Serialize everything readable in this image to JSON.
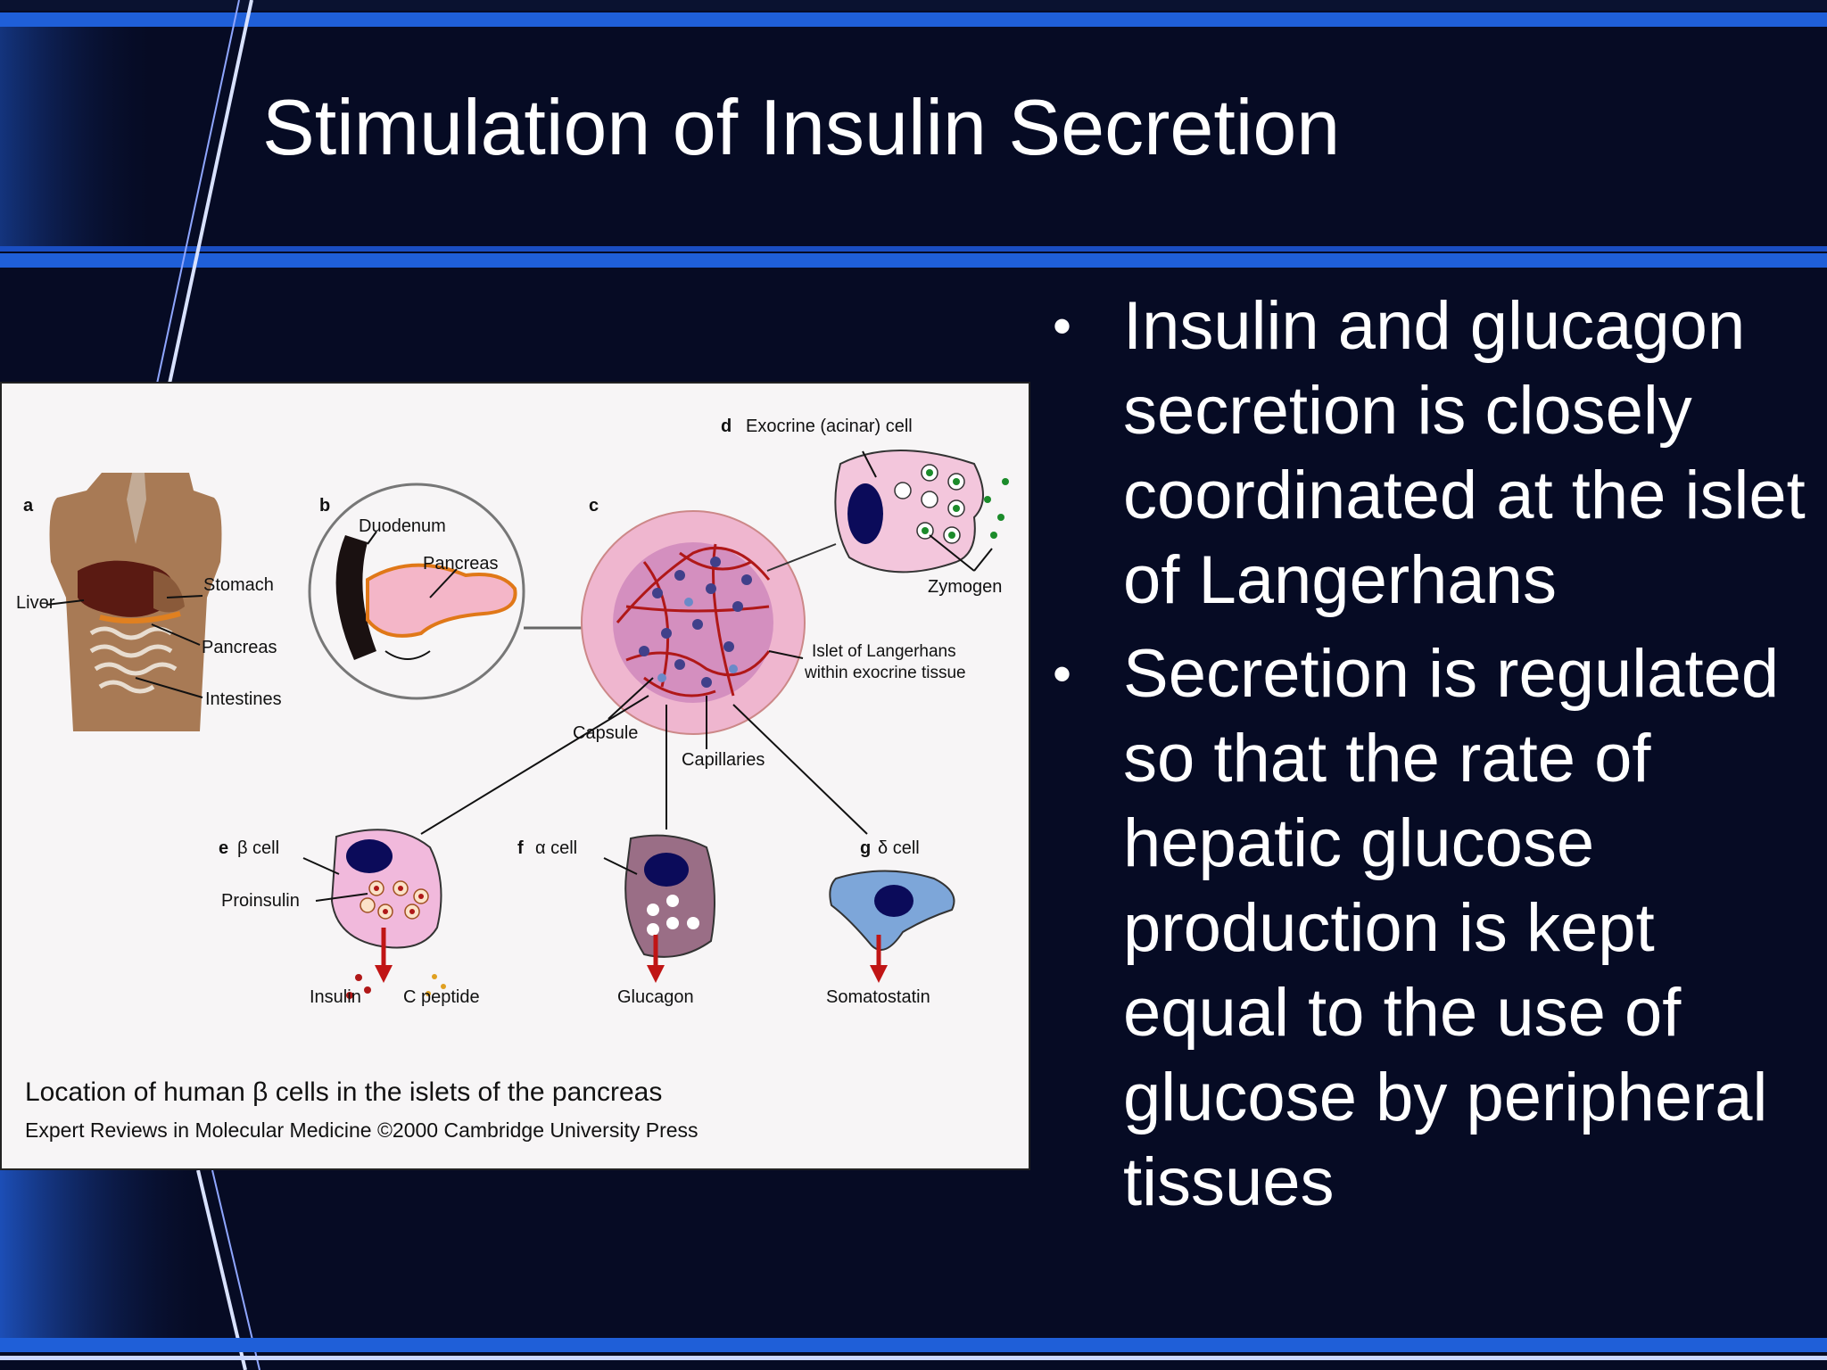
{
  "slide": {
    "title": "Stimulation of Insulin Secretion",
    "bullets": [
      "Insulin and glucagon secretion is closely coordinated at the islet of Langerhans",
      "Secretion is regulated so that the rate of hepatic glucose production is kept equal to the use of glucose by peripheral tissues"
    ],
    "bullet_glyph": "•"
  },
  "figure": {
    "panels": {
      "a": "a",
      "b": "b",
      "c": "c",
      "d": "d",
      "e": "e",
      "f": "f",
      "g": "g"
    },
    "labels": {
      "liver": "Liver",
      "stomach": "Stomach",
      "pancreas_a": "Pancreas",
      "intestines": "Intestines",
      "duodenum": "Duodenum",
      "pancreas_b": "Pancreas",
      "exocrine_cell": "Exocrine (acinar) cell",
      "zymogen": "Zymogen",
      "islet_line1": "Islet of Langerhans",
      "islet_line2": "within exocrine tissue",
      "capsule": "Capsule",
      "capillaries": "Capillaries",
      "beta_cell": "β cell",
      "alpha_cell": "α cell",
      "delta_cell": "δ cell",
      "proinsulin": "Proinsulin",
      "insulin": "Insulin",
      "c_peptide": "C peptide",
      "glucagon": "Glucagon",
      "somatostatin": "Somatostatin"
    },
    "caption": "Location of human β cells in the islets of the pancreas",
    "credit": "Expert Reviews in Molecular Medicine ©2000 Cambridge University Press"
  },
  "colors": {
    "background": "#060b24",
    "band_blue": "#1f5fd8",
    "title_text": "#ffffff",
    "islet_pink": "#efb6cf",
    "capillary_red": "#b01818",
    "beta_cell": "#f1b9dc",
    "alpha_cell": "#9a6e86",
    "delta_cell": "#7da6d9",
    "nucleus": "#0b0b5a"
  }
}
